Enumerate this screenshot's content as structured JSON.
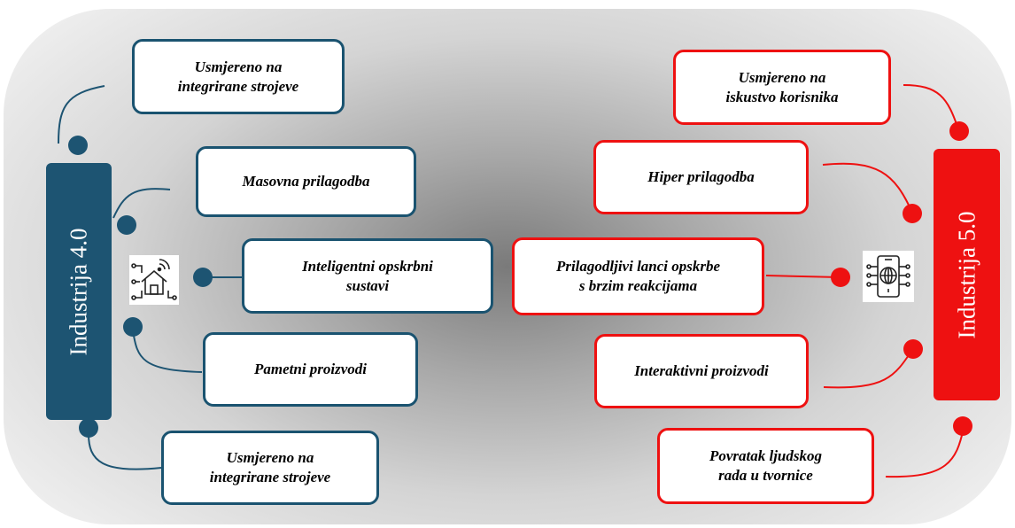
{
  "colors": {
    "industry40": "#1d5472",
    "industry50": "#ee1111"
  },
  "left": {
    "pillar_label": "Industrija 4.0",
    "icon": "smart-home-icon",
    "items": [
      "Usmjereno na\nintegrirane strojeve",
      "Masovna prilagodba",
      "Inteligentni opskrbni\nsustavi",
      "Pametni proizvodi",
      "Usmjereno na\nintegrirane strojeve"
    ]
  },
  "right": {
    "pillar_label": "Industrija 5.0",
    "icon": "smartphone-network-icon",
    "items": [
      "Usmjereno na\niskustvo korisnika",
      "Hiper prilagodba",
      "Prilagodljivi lanci opskrbe\ns brzim reakcijama",
      "Interaktivni proizvodi",
      "Povratak ljudskog\nrada u tvornice"
    ]
  }
}
